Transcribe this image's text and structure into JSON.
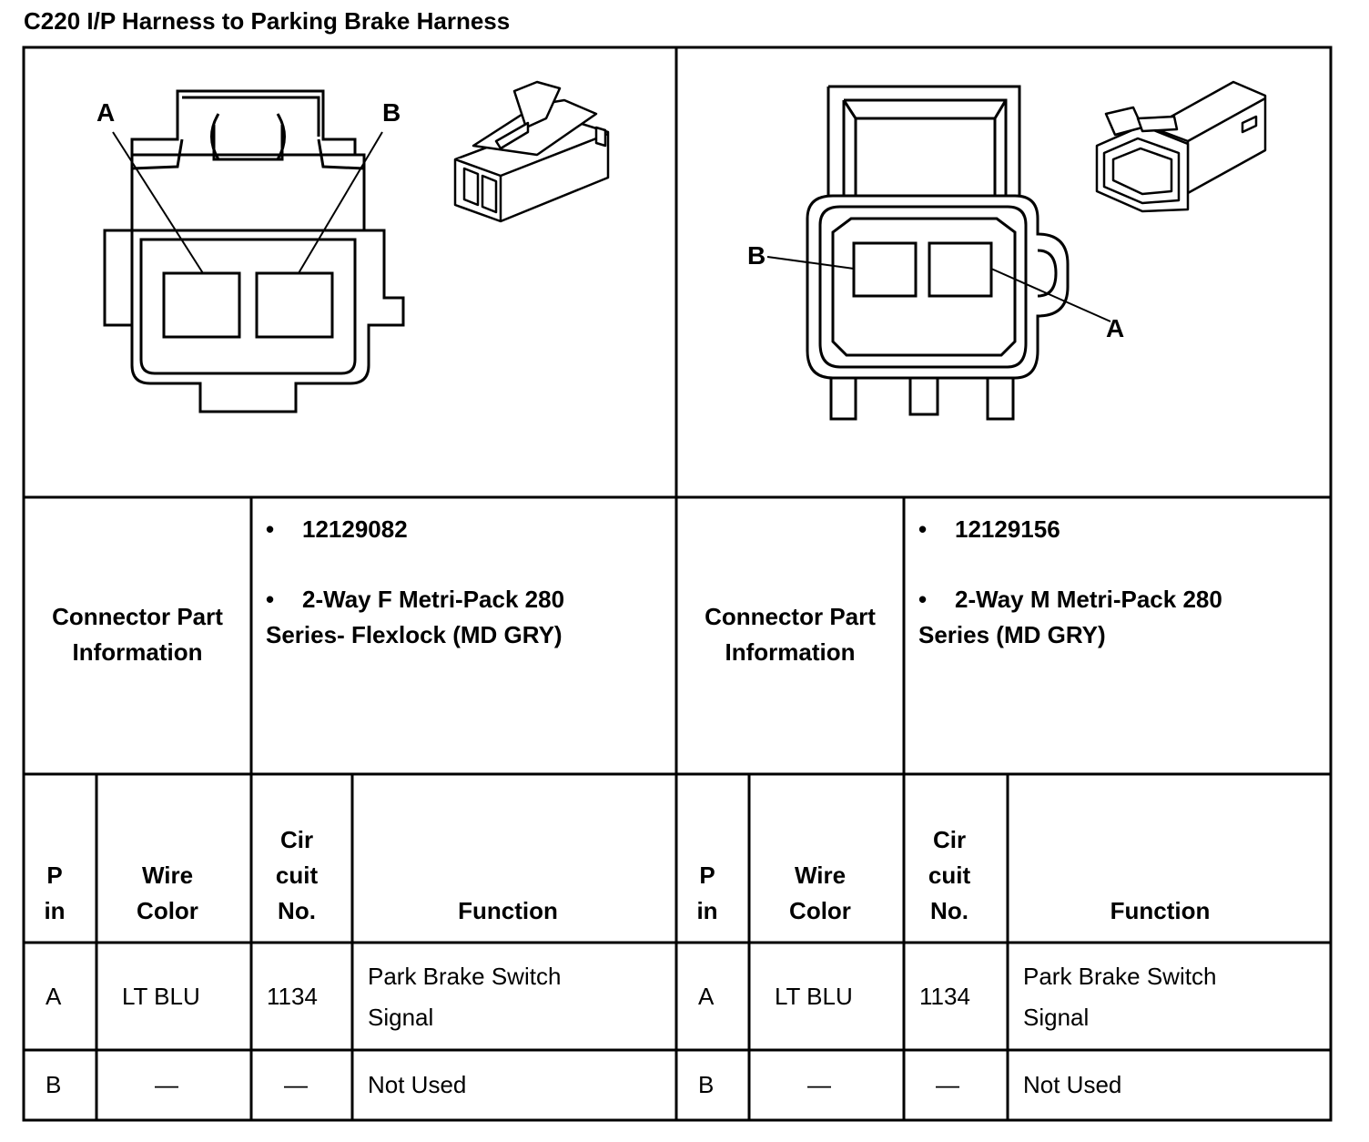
{
  "title": "C220 I/P Harness to Parking Brake Harness",
  "connectors": [
    {
      "pin_labels": [
        "A",
        "B"
      ],
      "info_label": "Connector Part Information",
      "part_number": "12129082",
      "description_line1": "2-Way F Metri-Pack 280",
      "description_line2": "Series- Flexlock (MD GRY)"
    },
    {
      "pin_labels": [
        "B",
        "A"
      ],
      "info_label": "Connector Part Information",
      "part_number": "12129156",
      "description_line1": "2-Way M Metri-Pack 280",
      "description_line2": "Series (MD GRY)"
    }
  ],
  "table": {
    "headers": {
      "pin_line1": "P",
      "pin_line2": "in",
      "wire_line1": "Wire",
      "wire_line2": "Color",
      "circuit_line1": "Cir",
      "circuit_line2": "cuit",
      "circuit_line3": "No.",
      "function": "Function"
    },
    "rows": [
      {
        "pin": "A",
        "wire": "LT BLU",
        "circuit": "1134",
        "function_line1": "Park Brake Switch",
        "function_line2": "Signal"
      },
      {
        "pin": "B",
        "wire": "—",
        "circuit": "—",
        "function_line1": "Not Used",
        "function_line2": ""
      }
    ]
  },
  "bullet_char": "•"
}
